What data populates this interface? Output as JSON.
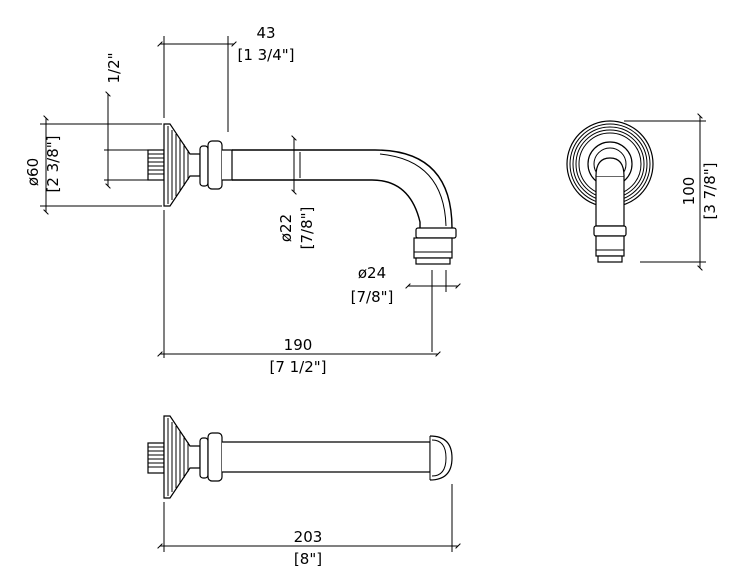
{
  "dimensions": {
    "flange_depth": {
      "metric": "43",
      "imperial": "[1 3/4\"]"
    },
    "thread": {
      "imperial": "1/2\""
    },
    "flange_diameter": {
      "metric": "ø60",
      "imperial": "[2 3/8\"]"
    },
    "spout_diameter": {
      "metric": "ø22",
      "imperial": "[7/8\"]"
    },
    "outlet_diameter": {
      "metric": "ø24",
      "imperial": "[7/8\"]"
    },
    "projection": {
      "metric": "190",
      "imperial": "[7 1/2\"]"
    },
    "height": {
      "metric": "100",
      "imperial": "[3 7/8\"]"
    },
    "overall_length": {
      "metric": "203",
      "imperial": "[8\"]"
    }
  },
  "colors": {
    "line": "#000000",
    "background": "#ffffff"
  }
}
